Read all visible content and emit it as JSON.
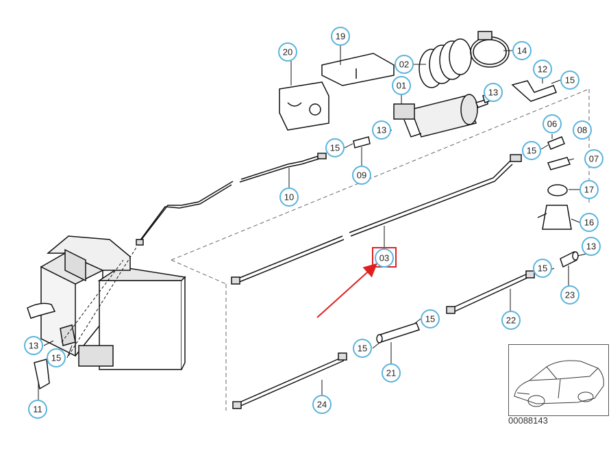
{
  "diagram": {
    "document_number": "00088143",
    "highlight_color": "#e02020",
    "callout_color": "#5ab4dc",
    "callouts": {
      "c01": "01",
      "c02": "02",
      "c03": "03",
      "c06": "06",
      "c07": "07",
      "c08": "08",
      "c09": "09",
      "c10": "10",
      "c11": "11",
      "c12": "12",
      "c13a": "13",
      "c13b": "13",
      "c13c": "13",
      "c13d": "13",
      "c14": "14",
      "c15a": "15",
      "c15b": "15",
      "c15c": "15",
      "c15d": "15",
      "c15e": "15",
      "c15f": "15",
      "c15g": "15",
      "c16": "16",
      "c17": "17",
      "c19": "19",
      "c20": "20",
      "c21": "21",
      "c22": "22",
      "c23": "23",
      "c24": "24"
    },
    "highlighted_part": "03"
  }
}
